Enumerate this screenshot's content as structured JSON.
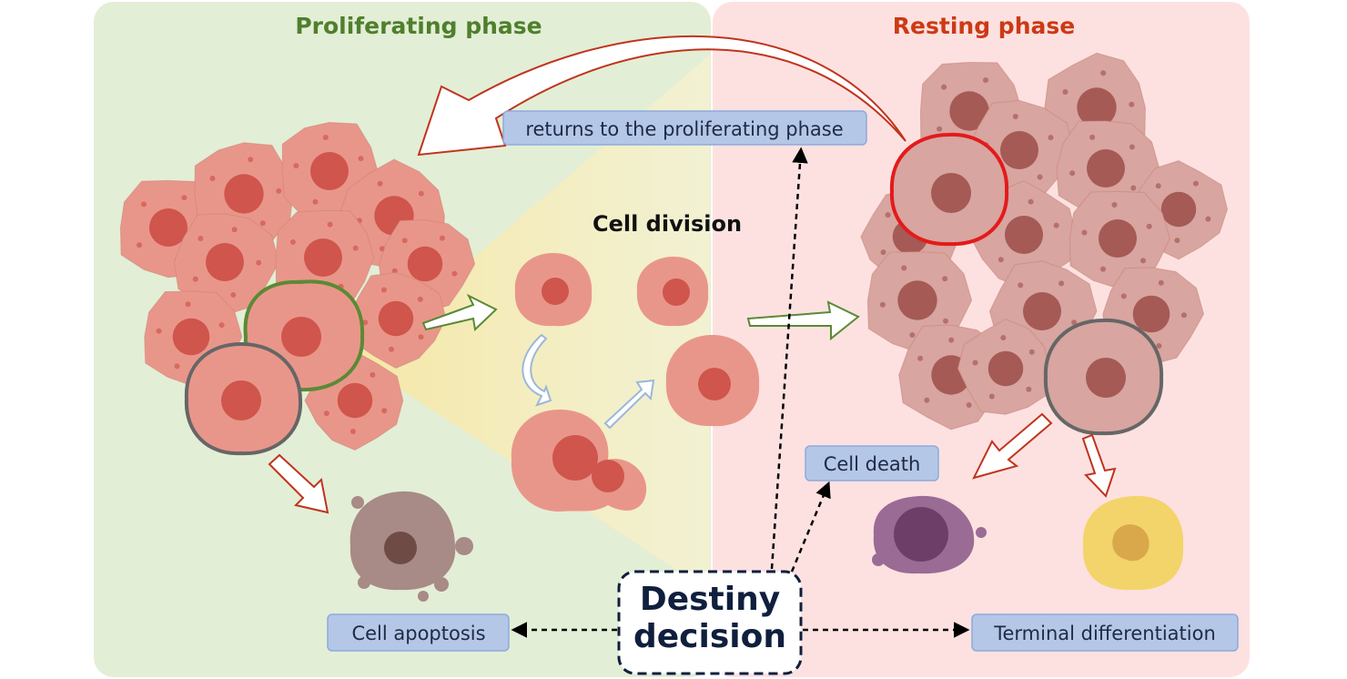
{
  "panels": {
    "proliferating": {
      "title": "Proliferating phase",
      "color": "#4f7f2c",
      "bg": "#e3eed6"
    },
    "resting": {
      "title": "Resting phase",
      "color": "#cc3a14",
      "bg": "#fde1e1"
    }
  },
  "labels": {
    "returns": "returns to the proliferating phase",
    "cell_division": "Cell division",
    "cell_death": "Cell death",
    "cell_apoptosis": "Cell apoptosis",
    "terminal_differentiation": "Terminal differentiation",
    "destiny_line1": "Destiny",
    "destiny_line2": "decision"
  },
  "colors": {
    "label_fill": "#b4c7e7",
    "label_stroke": "#8faadc",
    "proliferating_cell": "#e9968a",
    "proliferating_nucleus": "#d0554c",
    "resting_cell": "#d8a5a0",
    "resting_nucleus": "#a55a55",
    "highlight_green": "#5a8a34",
    "highlight_red": "#e31b1b",
    "highlight_gray": "#666666",
    "apoptotic_cell": "#a88a86",
    "dead_cell": "#9a6b94",
    "differentiated_cell": "#f3d46a",
    "arrow_red": "#c0341d",
    "arrow_green": "#5a8a34",
    "arrow_blue": "#9bb7db"
  },
  "icons": {
    "destiny_box": "dashed-decision-box",
    "arrows": "outline-block-arrow"
  }
}
